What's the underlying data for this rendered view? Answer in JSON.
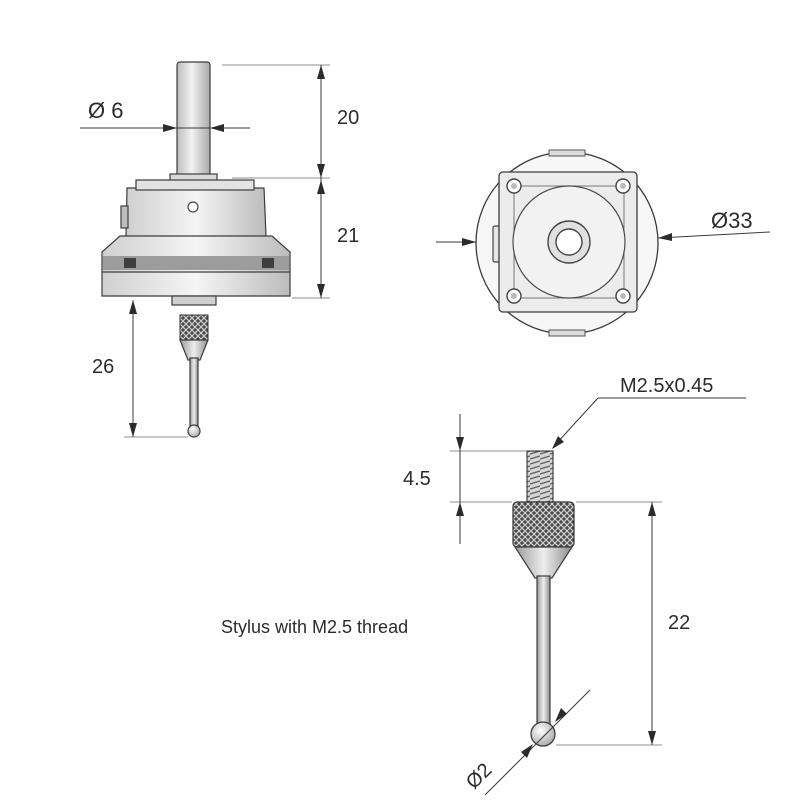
{
  "dimensions": {
    "shank_diameter": "Ø 6",
    "shank_length": "20",
    "body_height": "21",
    "stylus_reach": "26",
    "body_diameter": "Ø33",
    "thread_spec": "M2.5x0.45",
    "thread_length": "4.5",
    "stylus_length": "22",
    "ball_diameter": "Ø2"
  },
  "caption": "Stylus with M2.5 thread",
  "colors": {
    "line": "#3a3a3a",
    "text": "#2b2b2b",
    "metal_light": "#e8e8e8",
    "metal_mid": "#c9c9c9",
    "metal_dark": "#8f8f8f"
  }
}
